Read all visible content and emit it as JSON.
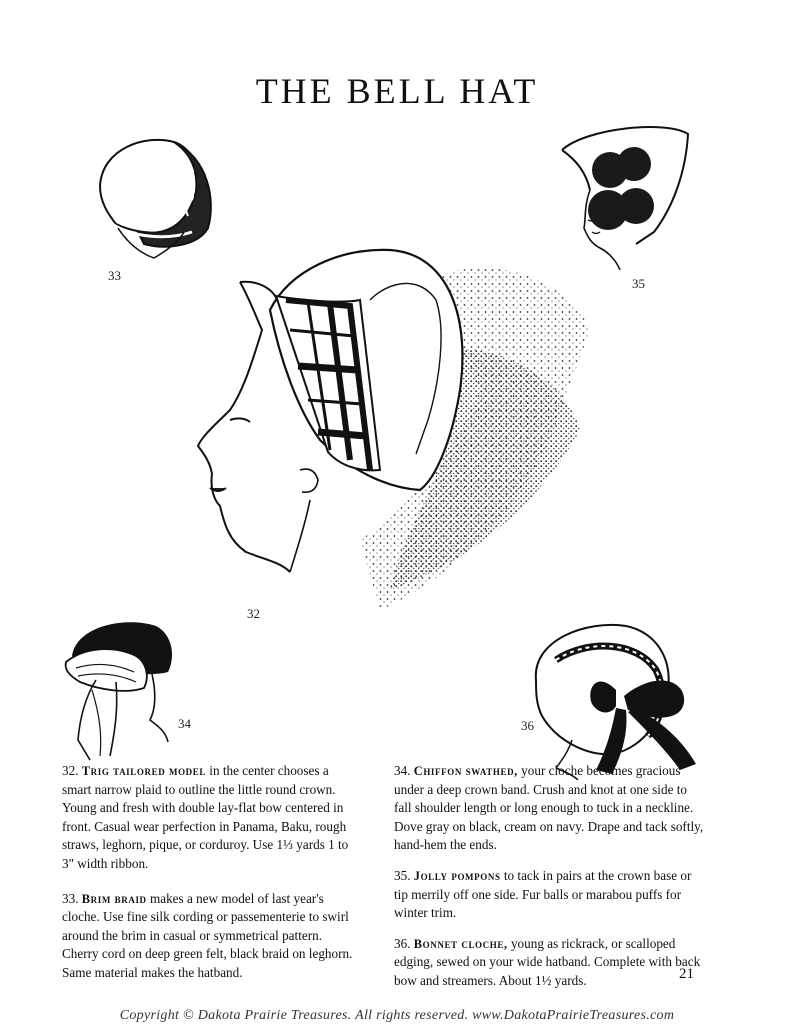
{
  "page": {
    "title": "THE BELL HAT",
    "page_number": "21",
    "footer": "Copyright © Dakota Prairie Treasures. All rights reserved. www.DakotaPrairieTreasures.com"
  },
  "figures": {
    "fig32": "32",
    "fig33": "33",
    "fig34": "34",
    "fig35": "35",
    "fig36": "36"
  },
  "left_column": [
    {
      "num": "32.",
      "lead": "Trig tailored model",
      "body": " in the center chooses a smart narrow plaid to outline the little round crown. Young and fresh with double lay-flat bow centered in front. Casual wear perfection in Panama, Baku, rough straws, leghorn, pique, or corduroy. Use 1⅓ yards 1 to 3\" width ribbon."
    },
    {
      "num": "33.",
      "lead": "Brim braid",
      "body": " makes a new model of last year's cloche. Use fine silk cording or passementerie to swirl around the brim in casual or symmetrical pattern. Cherry cord on deep green felt, black braid on leghorn. Same material makes the hatband."
    }
  ],
  "right_column": [
    {
      "num": "34.",
      "lead": "Chiffon swathed,",
      "body": " your cloche becomes gracious under a deep crown band. Crush and knot at one side to fall shoulder length or long enough to tuck in a neckline. Dove gray on black, cream on navy. Drape and tack softly, hand-hem the ends."
    },
    {
      "num": "35.",
      "lead": "Jolly pompons",
      "body": " to tack in pairs at the crown base or tip merrily off one side. Fur balls or marabou puffs for winter trim."
    },
    {
      "num": "36.",
      "lead": "Bonnet cloche,",
      "body": " young as rickrack, or scalloped edging, sewed on your wide hatband. Complete with back bow and streamers. About 1½ yards."
    }
  ]
}
